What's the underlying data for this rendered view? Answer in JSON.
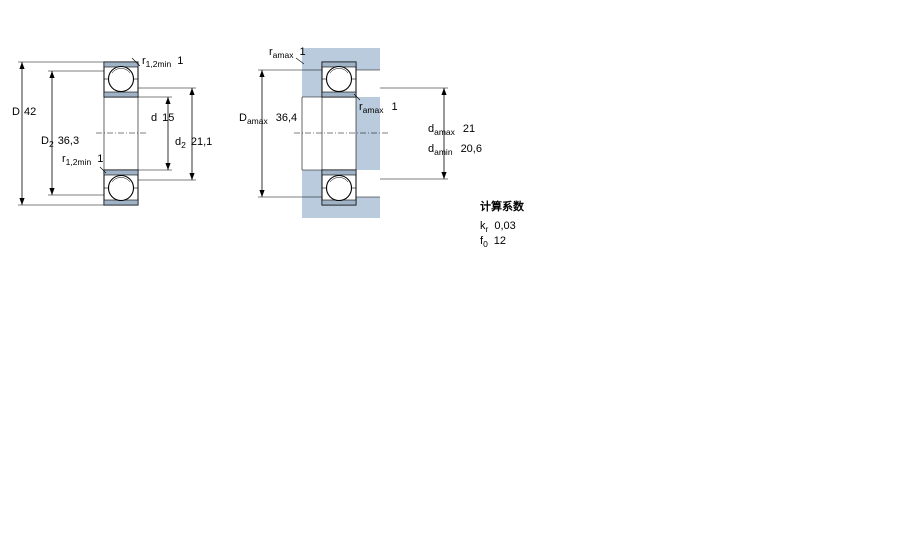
{
  "section_view": {
    "D": {
      "symbol": "D",
      "value": "42"
    },
    "D2": {
      "symbol": "D",
      "sub": "2",
      "value": "36,3"
    },
    "r12_top": {
      "symbol": "r",
      "sub": "1,2min",
      "value": "1"
    },
    "r12_mid": {
      "symbol": "r",
      "sub": "1,2min",
      "value": "1"
    },
    "d": {
      "symbol": "d",
      "value": "15"
    },
    "d2": {
      "symbol": "d",
      "sub": "2",
      "value": "21,1"
    }
  },
  "mounting_view": {
    "ra_top": {
      "symbol": "r",
      "sub": "amax",
      "value": "1"
    },
    "Da": {
      "symbol": "D",
      "sub": "amax",
      "value": "36,4"
    },
    "ra_mid": {
      "symbol": "r",
      "sub": "amax",
      "value": "1"
    },
    "da_max": {
      "symbol": "d",
      "sub": "amax",
      "value": "21"
    },
    "da_min": {
      "symbol": "d",
      "sub": "amin",
      "value": "20,6"
    }
  },
  "calc_factors": {
    "title": "计算系数",
    "kr": {
      "symbol": "k",
      "sub": "r",
      "value": "0,03"
    },
    "f0": {
      "symbol": "f",
      "sub": "0",
      "value": "12"
    }
  },
  "colors": {
    "shield": "#9fb2c6",
    "housing": "#b9cbdc",
    "line": "#000000"
  }
}
